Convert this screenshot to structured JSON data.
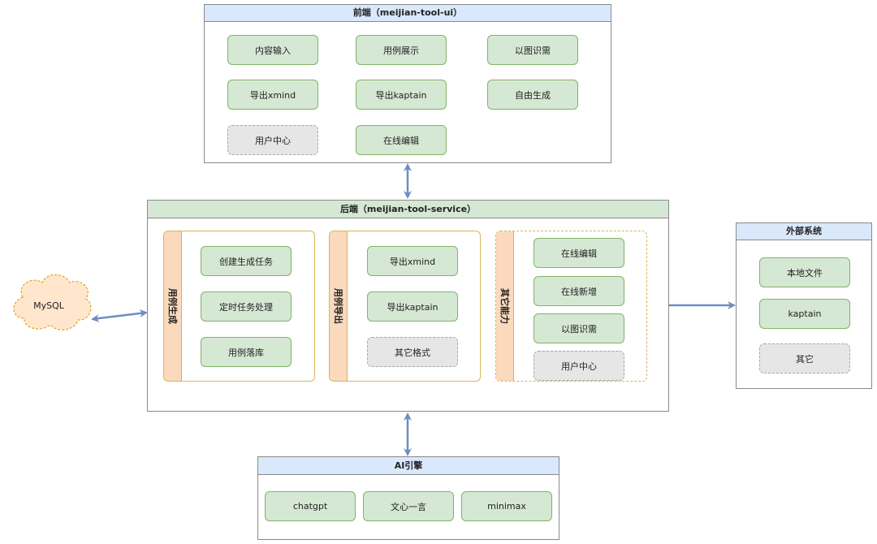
{
  "frontend": {
    "title": "前端（meijian-tool-ui）",
    "items": [
      "内容输入",
      "用例展示",
      "以图识需",
      "导出xmind",
      "导出kaptain",
      "自由生成",
      "用户中心",
      "在线编辑"
    ]
  },
  "backend": {
    "title": "后端（meijian-tool-service）",
    "groups": [
      {
        "label": "用例生成",
        "items": [
          "创建生成任务",
          "定时任务处理",
          "用例落库"
        ]
      },
      {
        "label": "用例导出",
        "items": [
          "导出xmind",
          "导出kaptain",
          "其它格式"
        ]
      },
      {
        "label": "其它能力",
        "items": [
          "在线编辑",
          "在线新增",
          "以图识需",
          "用户中心"
        ]
      }
    ]
  },
  "external": {
    "title": "外部系统",
    "items": [
      "本地文件",
      "kaptain",
      "其它"
    ]
  },
  "ai_engine": {
    "title": "AI引擎",
    "items": [
      "chatgpt",
      "文心一言",
      "minimax"
    ]
  },
  "database": {
    "label": "MySQL"
  },
  "colors": {
    "node_fill": "#d5e8d4",
    "node_border": "#82b366",
    "placeholder_fill": "#e6e6e6",
    "placeholder_border": "#a8a8a8",
    "group_border": "#d6b656",
    "group_side": "#fad9bd",
    "title_blue": "#dae8fc",
    "title_green": "#d5e8d4",
    "cloud_fill": "#ffe6cc",
    "cloud_border": "#d79b00",
    "arrow": "#6c8ebf"
  }
}
